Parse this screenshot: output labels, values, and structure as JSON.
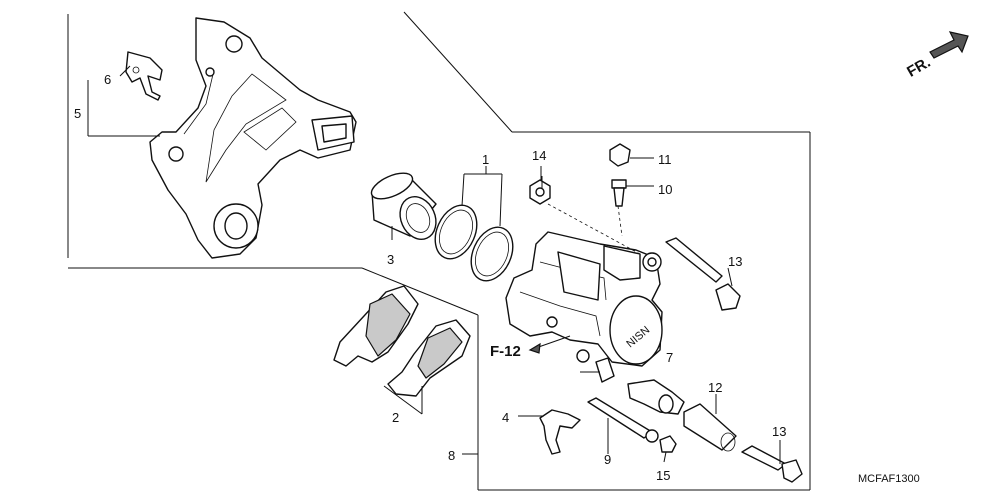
{
  "callouts": {
    "c1": "1",
    "c2": "2",
    "c3": "3",
    "c4": "4",
    "c5": "5",
    "c6": "6",
    "c7": "7",
    "c8": "8",
    "c9": "9",
    "c10": "10",
    "c11": "11",
    "c12": "12",
    "c13a": "13",
    "c13b": "13",
    "c14": "14",
    "c15": "15"
  },
  "reference": "F-12",
  "front_label": "FR.",
  "diagram_code": "MCFAF1300"
}
